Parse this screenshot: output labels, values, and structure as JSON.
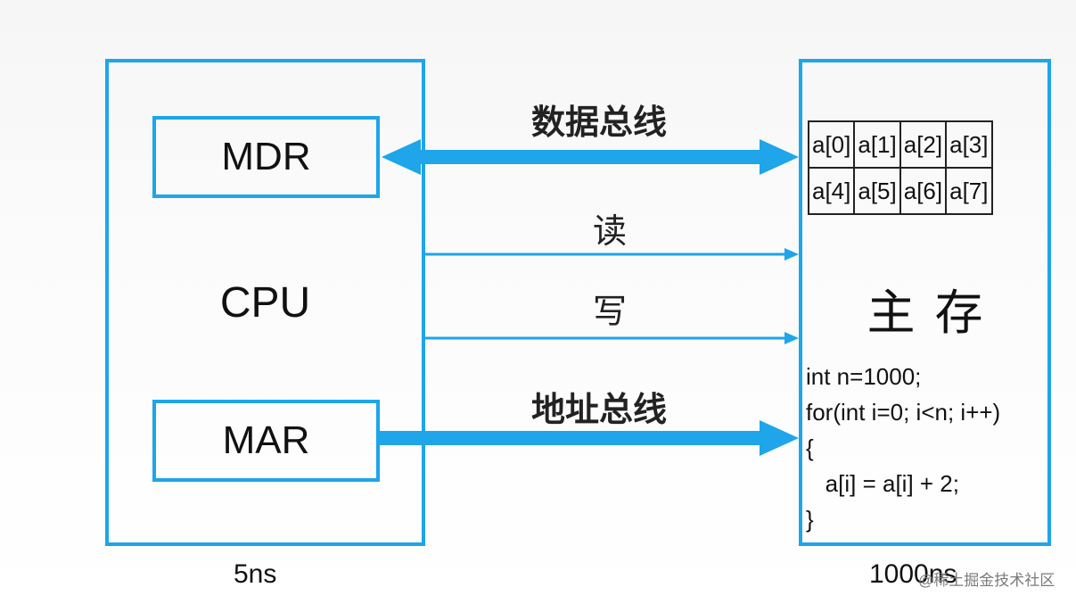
{
  "cpu": {
    "label": "CPU",
    "mdr_label": "MDR",
    "mar_label": "MAR",
    "timing": "5ns"
  },
  "memory": {
    "label": "主存",
    "timing": "1000ns",
    "cells": [
      [
        "a[0]",
        "a[1]",
        "a[2]",
        "a[3]"
      ],
      [
        "a[4]",
        "a[5]",
        "a[6]",
        "a[7]"
      ]
    ],
    "code_lines": [
      "int n=1000;",
      "for(int i=0; i<n; i++)",
      "{",
      "   a[i] = a[i] + 2;",
      "}"
    ]
  },
  "buses": {
    "data_bus_label": "数据总线",
    "read_label": "读",
    "write_label": "写",
    "address_bus_label": "地址总线"
  },
  "watermark": "@稀土掘金技术社区",
  "colors": {
    "accent": "#1ea5ea"
  }
}
